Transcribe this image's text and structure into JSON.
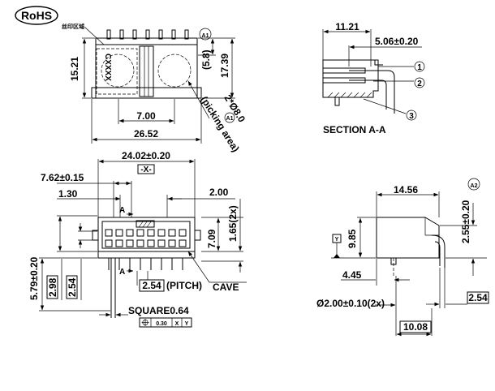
{
  "rohs": "RoHS",
  "silkscreen_label": "丝印区域",
  "top_view": {
    "mark_a1": "A1",
    "part_code": "CXXXX",
    "dim_15_21": "15.21",
    "dim_5_8": "(5.8)",
    "dim_17_39": "17.39",
    "dim_7_00": "7.00",
    "dim_26_52": "26.52",
    "picking_dim": "2*Ø8.0",
    "picking_mark": "A1",
    "picking_area": "(picking area)"
  },
  "section": {
    "dim_11_21": "11.21",
    "dim_5_06": "5.06±0.20",
    "callout_1": "1",
    "callout_2": "2",
    "callout_3": "3",
    "title": "SECTION A-A"
  },
  "front_view": {
    "dim_24_02": "24.02±0.20",
    "datum_x": "-X-",
    "dim_7_62": "7.62±0.15",
    "dim_1_30": "1.30",
    "dim_2_00": "2.00",
    "dim_1_65": "1.65(2x)",
    "dim_7_09": "7.09",
    "dim_5_79": "5.79±0.20",
    "dim_2_98": "2.98",
    "dim_2_54": "2.54",
    "pitch_value": "2.54",
    "pitch_label": "(PITCH)",
    "cave": "CAVE",
    "square": "SQUARE0.64",
    "fcf_tol": "0.30",
    "fcf_x": "X",
    "fcf_y": "Y",
    "section_mark": "A"
  },
  "side_view": {
    "mark_a2": "A2",
    "dim_14_56": "14.56",
    "datum_y": "Y",
    "dim_9_85": "9.85",
    "dim_2_55": "2.55±0.20",
    "dim_4_45": "4.45",
    "dim_2_54": "2.54",
    "hole": "Ø2.00±0.10(2x)",
    "dim_10_08": "10.08"
  }
}
